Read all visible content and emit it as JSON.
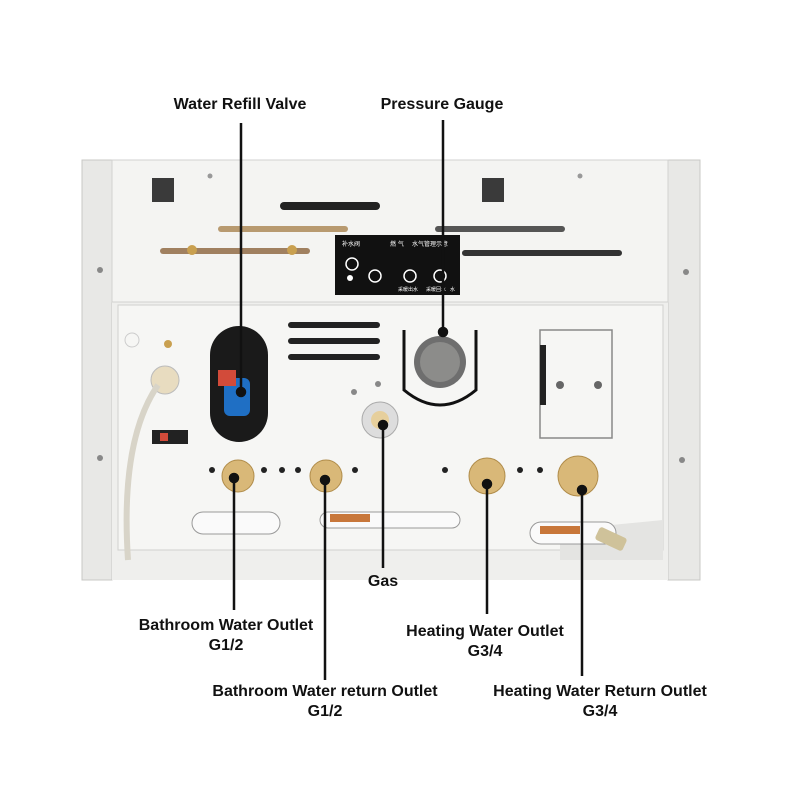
{
  "labels": {
    "water_refill_valve": "Water Refill Valve",
    "pressure_gauge": "Pressure Gauge",
    "gas": "Gas",
    "bathroom_outlet": {
      "name": "Bathroom Water Outlet",
      "size": "G1/2"
    },
    "bathroom_return": {
      "name": "Bathroom Water return Outlet",
      "size": "G1/2"
    },
    "heating_outlet": {
      "name": "Heating Water Outlet",
      "size": "G3/4"
    },
    "heating_return": {
      "name": "Heating Water Return Outlet",
      "size": "G3/4"
    }
  },
  "panel_text": {
    "refill": "补水阀",
    "gas": "燃 气",
    "pressure": "水气管理示意",
    "heating_out": "采暖出水",
    "heating_in": "采暖回水",
    "hot_water": "水"
  },
  "colors": {
    "panel": "#f2f2f0",
    "panel_shade": "#dcdcda",
    "leader": "#111111",
    "valve_blue": "#1f6fc4",
    "brass": "#d9b878",
    "copper": "#c8773a"
  }
}
